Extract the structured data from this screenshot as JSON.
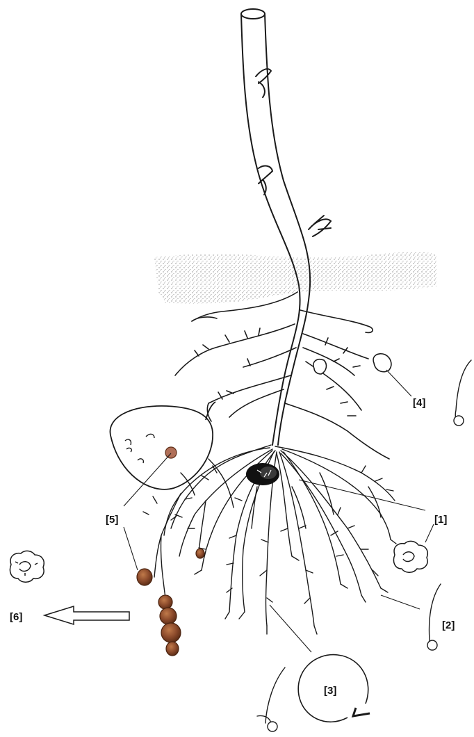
{
  "labels": {
    "l1": "[1]",
    "l2": "[2]",
    "l3": "[3]",
    "l4": "[4]",
    "l5": "[5]",
    "l6": "[6]"
  },
  "colors": {
    "ink": "#1a1a1a",
    "soil": "#9a9a9a",
    "cyst": "#8b4a2b",
    "cyst_dark": "#5e2e17",
    "arrow_fill": "#ffffff"
  },
  "icons": {
    "arrow": "left-arrow-icon",
    "cyst": "cyst-icon",
    "egg_mass": "egg-mass-icon",
    "juvenile": "juvenile-nematode-icon"
  }
}
